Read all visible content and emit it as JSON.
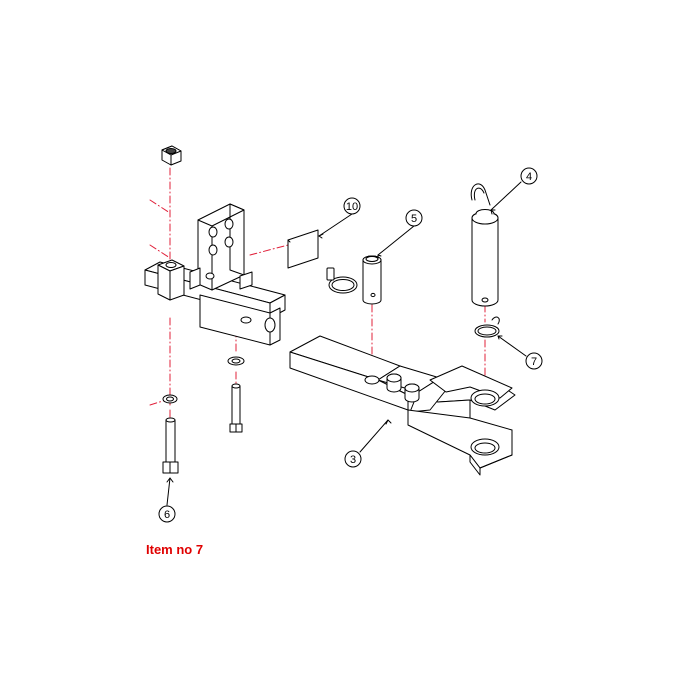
{
  "caption": "Item no 7",
  "callouts": [
    "10",
    "5",
    "4",
    "7",
    "3",
    "6"
  ],
  "colors": {
    "leader": "#e0203a",
    "ink": "#000000",
    "caption": "#e00000"
  }
}
